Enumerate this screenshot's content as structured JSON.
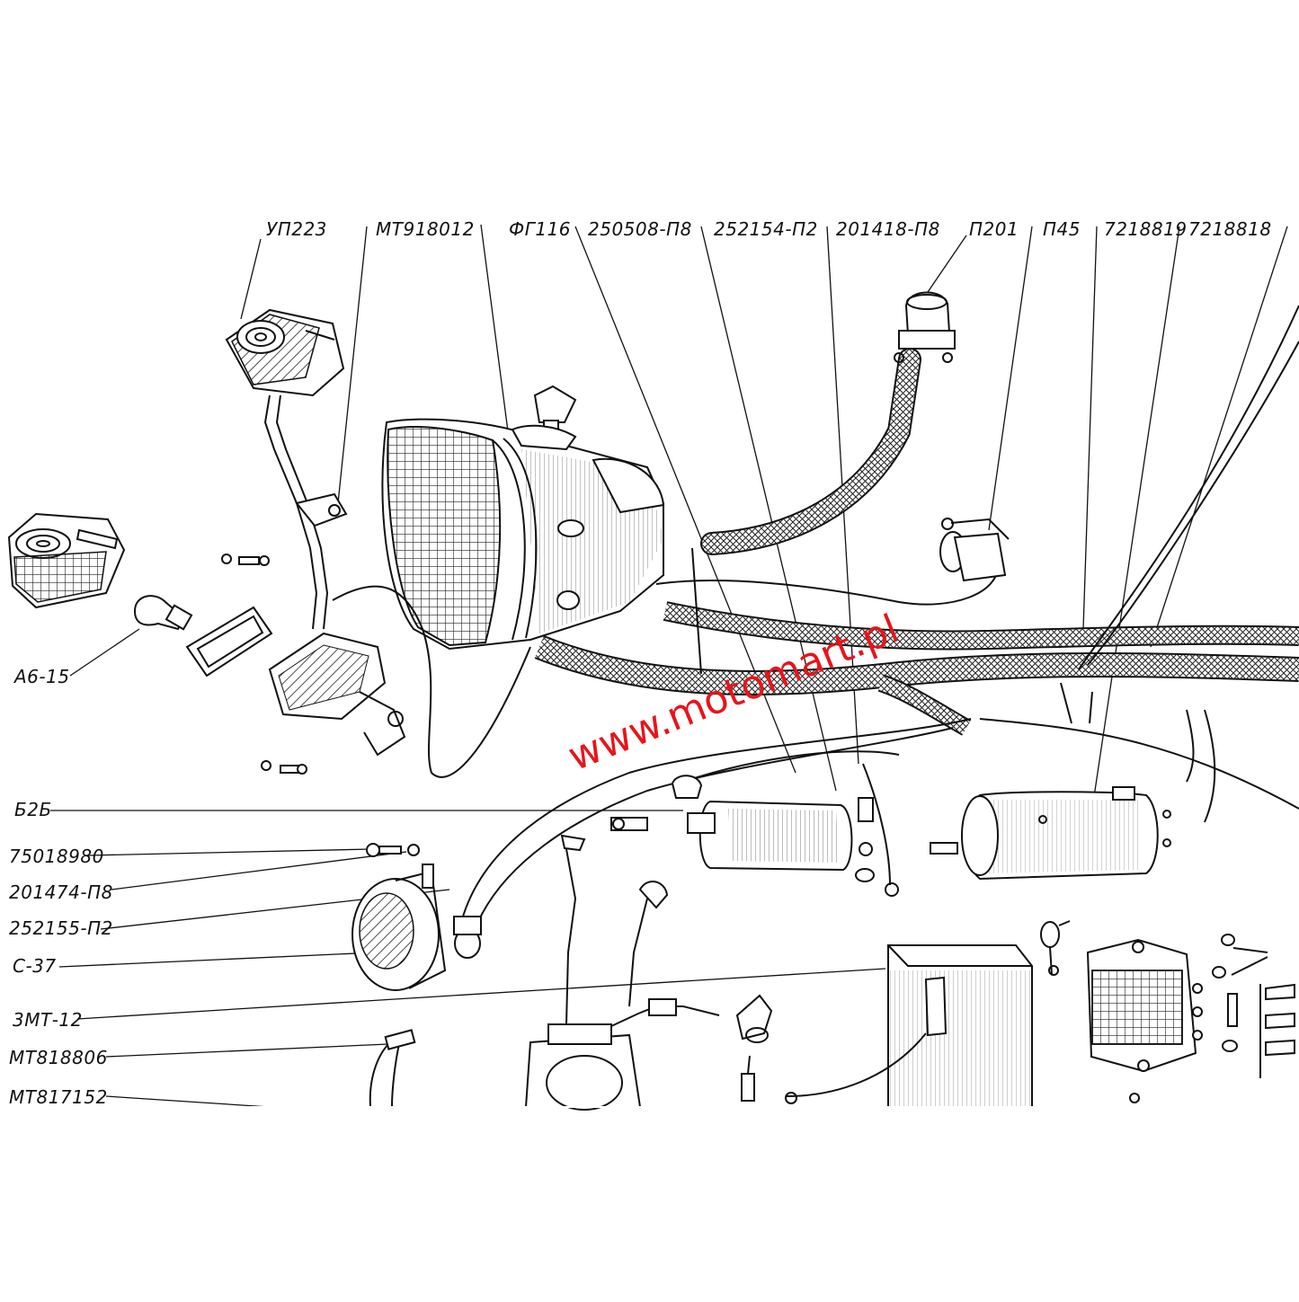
{
  "diagram": {
    "top_labels": [
      "УП223",
      "МТ918012",
      "ФГ116",
      "250508-П8",
      "252154-П2",
      "201418-П8",
      "П201",
      "П45",
      "7218819",
      "7218818"
    ],
    "left_labels": [
      "А6-15",
      "Б2Б",
      "75018980",
      "201474-П8",
      "252155-П2",
      "С-37",
      "3МТ-12",
      "МТ818806",
      "МТ817152"
    ],
    "watermark": "www.motomart.pl",
    "colors": {
      "ink": "#111111",
      "watermark": "#e8141a",
      "background": "#ffffff"
    }
  }
}
